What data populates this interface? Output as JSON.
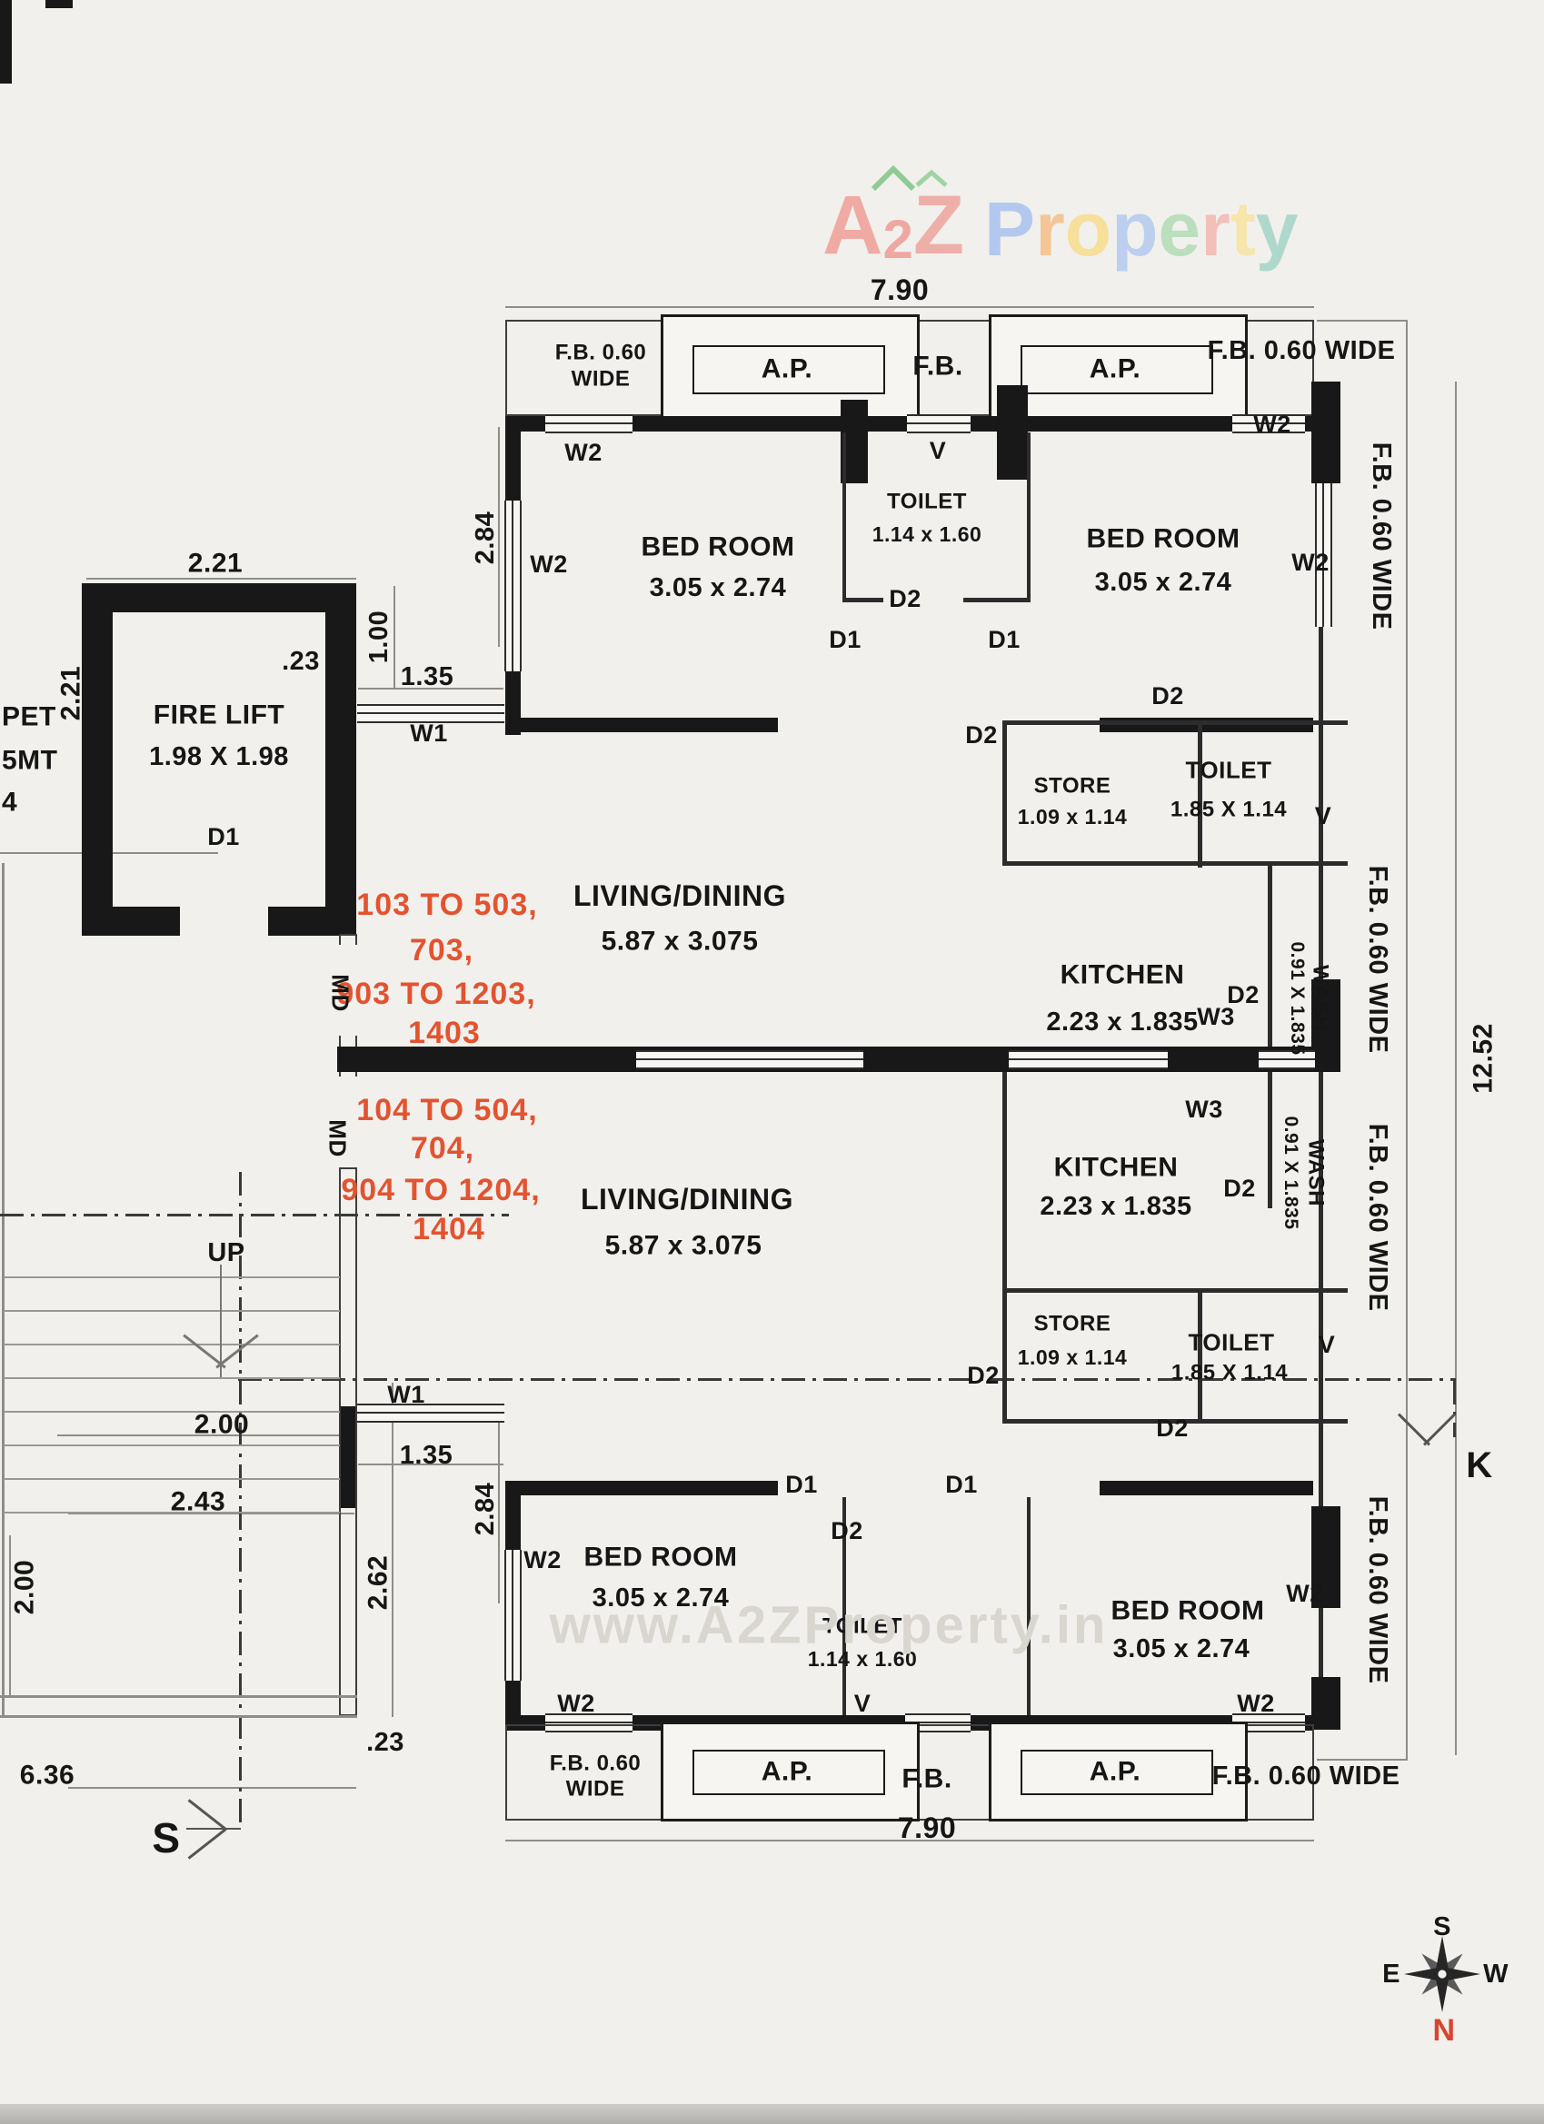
{
  "colors": {
    "accent_red": "#e35330",
    "wall": "#181818",
    "watermark_gray": "#d9d6d0",
    "logo_roof_green": "#8fcb94"
  },
  "logo": {
    "a": "A",
    "two": "2",
    "z": "Z",
    "property": [
      "P",
      "r",
      "o",
      "p",
      "e",
      "r",
      "t",
      "y"
    ]
  },
  "watermark": "www.A2ZProperty.in",
  "compass": {
    "south": "S",
    "east": "E",
    "west": "W",
    "north": "N"
  },
  "labels": {
    "fb_060": "F.B. 0.60",
    "wide": "WIDE",
    "fb_060_wide": "F.B. 0.60 WIDE",
    "fb": "F.B.",
    "ap": "A.P.",
    "v": "V",
    "w1": "W1",
    "w2": "W2",
    "w3": "W3",
    "d1": "D1",
    "d2": "D2",
    "md": "MD",
    "up": "UP",
    "k": "K",
    "s": "S",
    "pet": "PET",
    "mt5": "5MT",
    "four": "4"
  },
  "rooms": {
    "fire_lift": {
      "name": "FIRE LIFT",
      "size": "1.98 X 1.98"
    },
    "bed": {
      "name": "BED ROOM",
      "size": "3.05 x 2.74"
    },
    "toilet_small": {
      "name": "TOILET",
      "size": "1.14 x 1.60"
    },
    "toilet_big": {
      "name": "TOILET",
      "size": "1.85 X 1.14"
    },
    "store": {
      "name": "STORE",
      "size": "1.09 x 1.14"
    },
    "kitchen": {
      "name": "KITCHEN",
      "size": "2.23 x 1.835"
    },
    "living": {
      "name": "LIVING/DINING",
      "size": "5.87 x 3.075"
    },
    "wash": {
      "name": "WASH",
      "size": "0.91 X 1.835"
    }
  },
  "flats": {
    "top": [
      "103 TO 503,",
      "703,",
      "903 TO 1203,",
      "1403"
    ],
    "bottom": [
      "104 TO 504,",
      "704,",
      "904 TO 1204,",
      "1404"
    ]
  },
  "dims": {
    "w790": "7.90",
    "h1252": "12.52",
    "lift_w": "2.21",
    "lift_h": "2.21",
    "wall23": ".23",
    "d100": "1.00",
    "d135": "1.35",
    "d284": "2.84",
    "stair_200": "2.00",
    "stair_243": "2.43",
    "left_200": "2.00",
    "right_262": "2.62",
    "d636": "6.36"
  }
}
